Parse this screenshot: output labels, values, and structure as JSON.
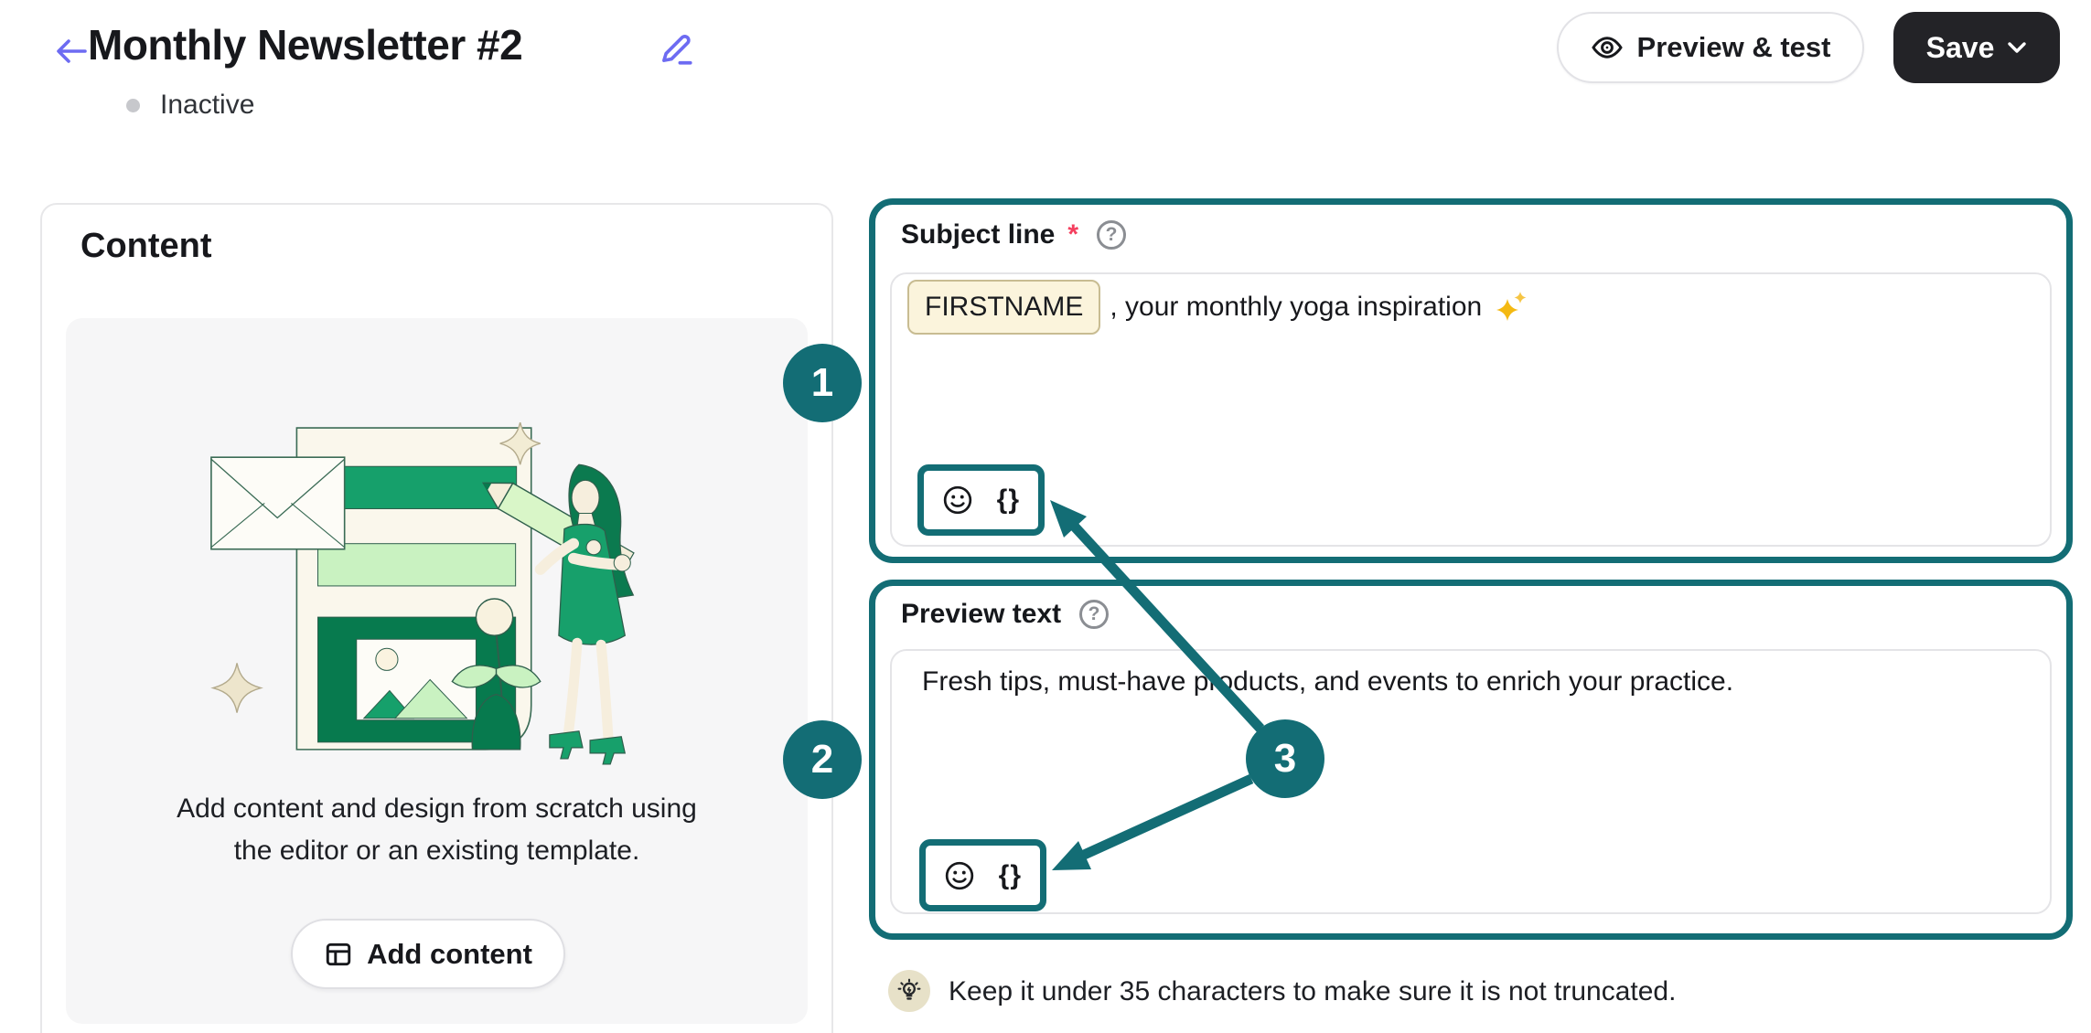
{
  "palette": {
    "teal": "#136d75",
    "accent-purple": "#6d6bf2",
    "save-bg": "#232327",
    "text-dark": "#1b1d22",
    "border-gray": "#e5e5e8",
    "panel-gray": "#f6f6f7",
    "tag-bg": "#fbf4dc",
    "tag-border": "#c8bc92",
    "tip-circle": "#e7e1c8",
    "required-red": "#f43f5e"
  },
  "header": {
    "title": "Monthly Newsletter #2",
    "status_label": "Inactive",
    "preview_test_label": "Preview & test",
    "save_label": "Save"
  },
  "content_card": {
    "title": "Content",
    "description_lines": [
      "Add content and design from scratch using",
      "the editor or an existing template."
    ],
    "add_content_label": "Add content"
  },
  "subject_section": {
    "label": "Subject line",
    "required_mark": "*",
    "merge_tag": "FIRSTNAME",
    "text_after_tag": ", your monthly yoga inspiration",
    "merge_button_label": "{}"
  },
  "preview_section": {
    "label": "Preview text",
    "value": "Fresh tips, must-have products, and events to enrich your practice.",
    "merge_button_label": "{}"
  },
  "tip": {
    "text": "Keep it under 35 characters to make sure it is not truncated."
  },
  "annotations": {
    "steps": [
      "1",
      "2",
      "3"
    ]
  }
}
